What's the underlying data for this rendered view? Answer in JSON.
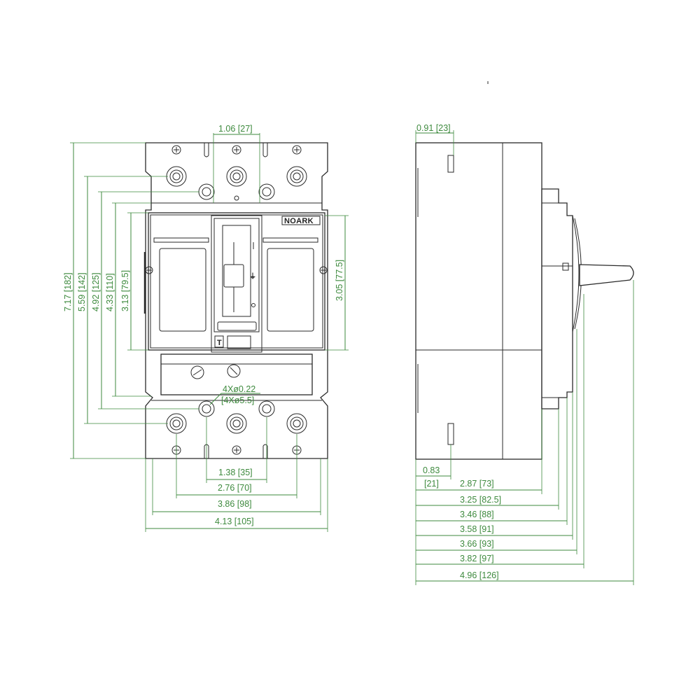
{
  "front_view": {
    "brand": "NOARK",
    "t_label": "T",
    "dimensions": {
      "pitch": "1.06 [27]",
      "height_overall": "7.17 [182]",
      "height_screw_centers": "5.59 [142]",
      "height_mount_centers": "4.92 [125]",
      "height_body": "4.33 [110]",
      "height_cover": "3.13 [79.5]",
      "height_window": "3.05 [77.5]",
      "mount_holes_in": "4Xø0.22",
      "mount_holes_mm": "[4Xø5.5]",
      "width_mount": "1.38 [35]",
      "width_terminal_pitch": "2.76 [70]",
      "width_inner": "3.86 [98]",
      "width_overall": "4.13 [105]"
    }
  },
  "side_view": {
    "dimensions": {
      "top_offset": "0.91 [23]",
      "bottom_offset_in": "0.83",
      "bottom_offset_mm": "[21]",
      "d1": "2.87 [73]",
      "d2": "3.25 [82.5]",
      "d3": "3.46 [88]",
      "d4": "3.58 [91]",
      "d5": "3.66 [93]",
      "d6": "3.82 [97]",
      "d7": "4.96 [126]"
    }
  }
}
